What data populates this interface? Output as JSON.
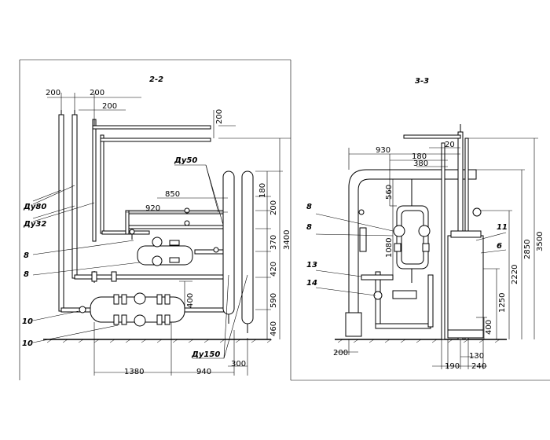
{
  "sections": {
    "s22": {
      "title": "2-2"
    },
    "s33": {
      "title": "3-3"
    }
  },
  "labels": {
    "du80": "Ду80",
    "du32": "Ду32",
    "du50": "Ду50",
    "du150": "Ду150",
    "p8a": "8",
    "p8b": "8",
    "p10a": "10",
    "p10b": "10",
    "p8c": "8",
    "p8d": "8",
    "p13": "13",
    "p14": "14",
    "p11": "11",
    "p6": "6"
  },
  "dims_22": {
    "top_200a": "200",
    "top_200b": "200",
    "top_200c": "200",
    "right_200": "200",
    "d850": "850",
    "d920": "920",
    "v180": "180",
    "v200": "200",
    "v370": "370",
    "v420": "420",
    "v590": "590",
    "v460": "460",
    "v3400": "3400",
    "v400": "400",
    "d1380": "1380",
    "d940": "940",
    "d300": "300"
  },
  "dims_33": {
    "d20": "20",
    "d930": "930",
    "d180": "180",
    "d380": "380",
    "v560": "560",
    "v1080": "1080",
    "v3500": "3500",
    "v2850": "2850",
    "v2220": "2220",
    "v1250": "1250",
    "v400": "400",
    "d200": "200",
    "d130": "130",
    "d190": "190",
    "d240": "240"
  }
}
